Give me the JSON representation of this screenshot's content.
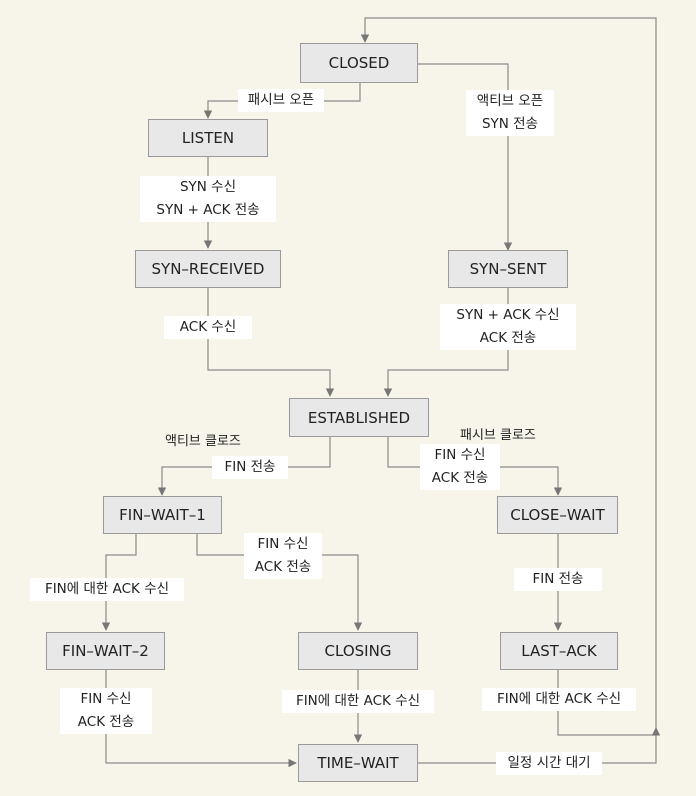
{
  "states": {
    "closed": "CLOSED",
    "listen": "LISTEN",
    "syn_received": "SYN–RECEIVED",
    "syn_sent": "SYN–SENT",
    "established": "ESTABLISHED",
    "fin_wait_1": "FIN–WAIT–1",
    "close_wait": "CLOSE–WAIT",
    "fin_wait_2": "FIN–WAIT–2",
    "closing": "CLOSING",
    "last_ack": "LAST–ACK",
    "time_wait": "TIME–WAIT"
  },
  "transitions": {
    "passive_open": "패시브 오픈",
    "active_open_1": "액티브 오픈",
    "active_open_2": "SYN 전송",
    "listen_to_synrcvd_1": "SYN 수신",
    "listen_to_synrcvd_2": "SYN + ACK 전송",
    "synrcvd_to_est": "ACK 수신",
    "synsent_to_est_1": "SYN + ACK 수신",
    "synsent_to_est_2": "ACK 전송",
    "active_close": "액티브 클로즈",
    "active_close_send": "FIN 전송",
    "passive_close": "패시브 클로즈",
    "passive_close_1": "FIN 수신",
    "passive_close_2": "ACK 전송",
    "fw1_to_fw2": "FIN에 대한 ACK 수신",
    "fw1_to_closing_1": "FIN 수신",
    "fw1_to_closing_2": "ACK 전송",
    "closewait_to_lastack": "FIN 전송",
    "fw2_to_tw_1": "FIN 수신",
    "fw2_to_tw_2": "ACK 전송",
    "closing_to_tw": "FIN에 대한 ACK 수신",
    "lastack_to_closed": "FIN에 대한 ACK 수신",
    "timeout": "일정 시간 대기"
  }
}
